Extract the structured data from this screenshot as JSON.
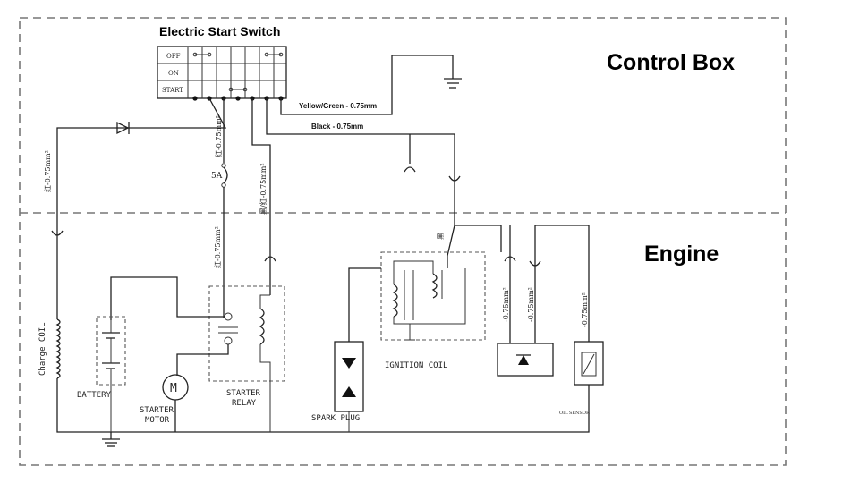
{
  "regions": {
    "control_box": "Control Box",
    "engine": "Engine"
  },
  "switch": {
    "title": "Electric Start Switch",
    "rows": [
      "OFF",
      "ON",
      "START"
    ]
  },
  "wires": {
    "yellow_green": "Yellow/Green - 0.75mm",
    "black": "Black - 0.75mm",
    "red_left": "红-0.75mm²",
    "red_mid": "红-0.75mm²",
    "red_mid2": "红-0.75mm²",
    "black_red": "黑/红-0.75mm²",
    "black_small": "黑",
    "w1": "-0.75mm²",
    "w2": "-0.75mm²",
    "w3": "-0.75mm²"
  },
  "components": {
    "fuse": "5A",
    "charge_coil": "Charge COIL",
    "battery": "BATTERY",
    "starter_motor_l1": "STARTER",
    "starter_motor_l2": "MOTOR",
    "motor_symbol": "M",
    "starter_relay_l1": "STARTER",
    "starter_relay_l2": "RELAY",
    "spark_plug": "SPARK PLUG",
    "ignition_coil": "IGNITION COIL",
    "oil_sensor": "OIL SENSOR"
  }
}
